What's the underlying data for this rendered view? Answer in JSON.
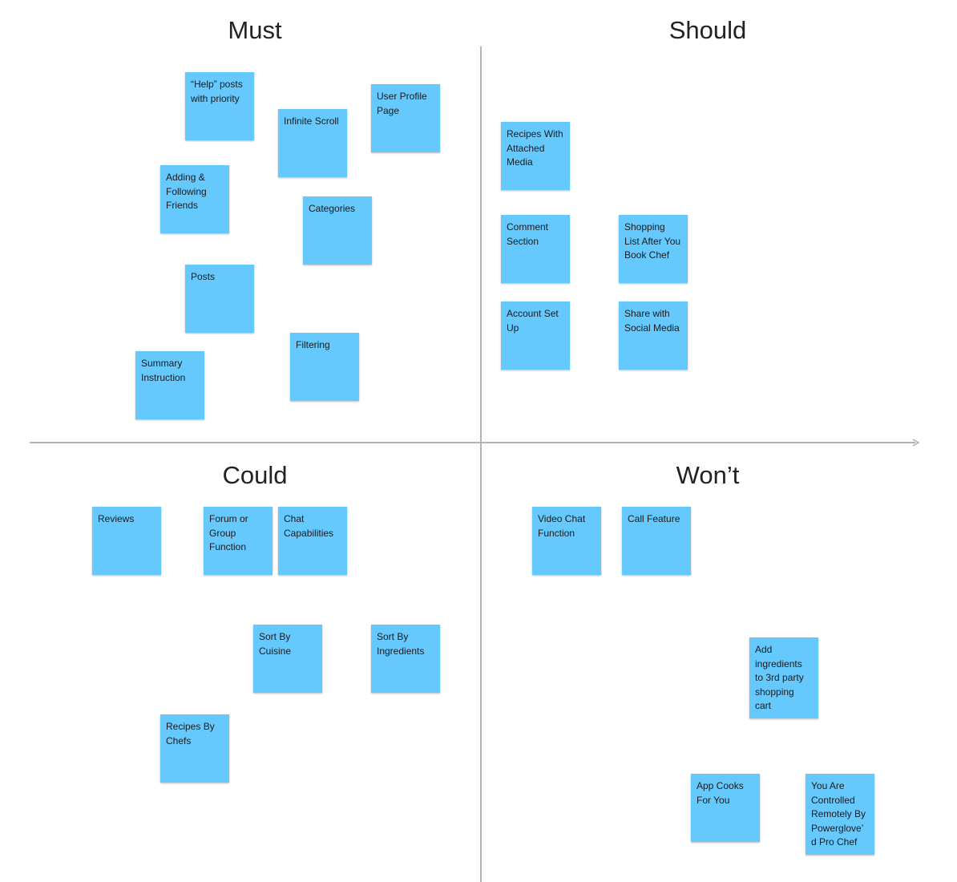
{
  "quadrants": {
    "must": "Must",
    "should": "Should",
    "could": "Could",
    "wont": "Won’t"
  },
  "colors": {
    "note": "#66c9fe",
    "axis": "#b3b3b3",
    "title": "#222222"
  },
  "notes": {
    "help_posts": "“Help” posts with priority",
    "infinite_scroll": "Infinite Scroll",
    "user_profile": "User Profile Page",
    "adding_friends": "Adding & Following Friends",
    "categories": "Categories",
    "posts": "Posts",
    "filtering": "Filtering",
    "summary_instruction": "Summary Instruction",
    "recipes_media": "Recipes With Attached Media",
    "comment_section": "Comment Section",
    "shopping_list": "Shopping List After You Book Chef",
    "account_setup": "Account Set Up",
    "share_social": "Share with Social Media",
    "reviews": "Reviews",
    "forum": "Forum or Group Function",
    "chat": "Chat Capabilities",
    "sort_cuisine": "Sort By Cuisine",
    "sort_ingredients": "Sort By Ingredients",
    "recipes_chefs": "Recipes By Chefs",
    "video_chat": "Video Chat Function",
    "call_feature": "Call Feature",
    "add_ingredients_cart": "Add ingredients to 3rd party shopping cart",
    "app_cooks": "App Cooks For You",
    "powerglove": "You Are Controlled Remotely By Powerglove’d Pro Chef"
  }
}
